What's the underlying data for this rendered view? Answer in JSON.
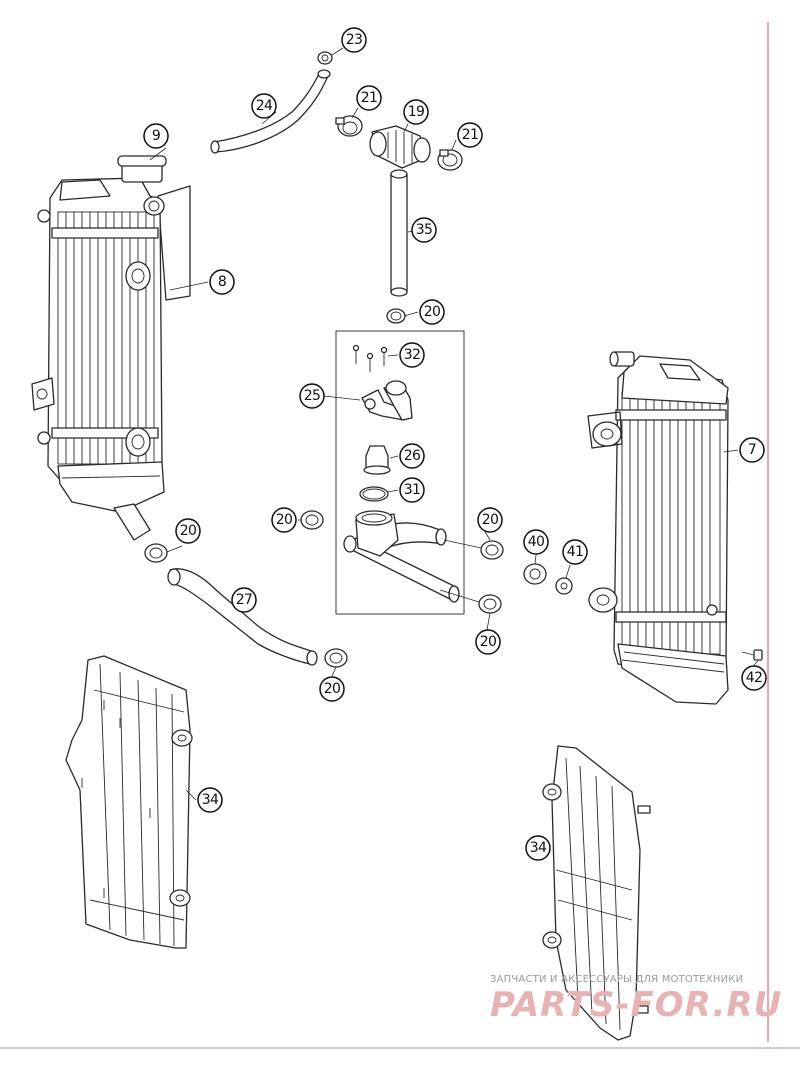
{
  "callouts": {
    "c23": "23",
    "c24": "24",
    "c21a": "21",
    "c19": "19",
    "c21b": "21",
    "c9": "9",
    "c8": "8",
    "c35": "35",
    "c20a": "20",
    "c32": "32",
    "c25": "25",
    "c7": "7",
    "c26": "26",
    "c31": "31",
    "c20b": "20",
    "c20c": "20",
    "c20d": "20",
    "c40": "40",
    "c41": "41",
    "c27": "27",
    "c20e": "20",
    "c20f": "20",
    "c42": "42",
    "c34a": "34",
    "c34b": "34"
  },
  "watermark": {
    "tagline": "ЗАПЧАСТИ И АКСЕССУАРЫ ДЛЯ МОТОТЕХНИКИ",
    "brand": "PARTS-FOR.RU"
  },
  "colors": {
    "line": "#2a2a2a",
    "margin_rule": "#e07070",
    "watermark_brand": "#e8b2b2",
    "watermark_tagline": "#9a9a9a"
  }
}
